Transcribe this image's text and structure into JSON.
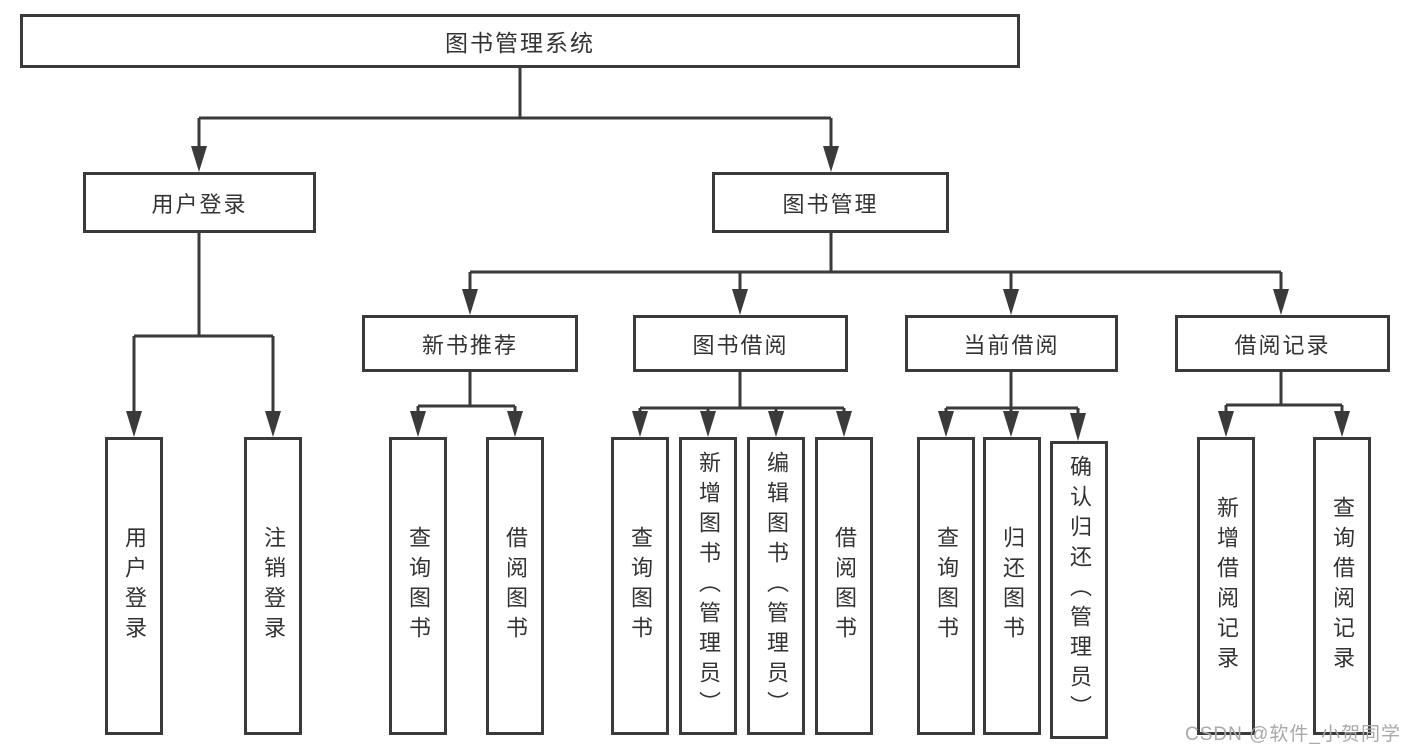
{
  "watermark": "CSDN @软件_小贺同学",
  "colors": {
    "line": "#3a3a3a",
    "box_border": "#3a3a3a",
    "text": "#333333",
    "watermark": "#a9a9a9",
    "background": "#ffffff"
  },
  "tree": {
    "label": "图书管理系统",
    "children": [
      {
        "label": "用户登录",
        "children": [
          {
            "label": "用户登录"
          },
          {
            "label": "注销登录"
          }
        ]
      },
      {
        "label": "图书管理",
        "children": [
          {
            "label": "新书推荐",
            "children": [
              {
                "label": "查询图书"
              },
              {
                "label": "借阅图书"
              }
            ]
          },
          {
            "label": "图书借阅",
            "children": [
              {
                "label": "查询图书"
              },
              {
                "label": "新增图书（管理员）"
              },
              {
                "label": "编辑图书（管理员）"
              },
              {
                "label": "借阅图书"
              }
            ]
          },
          {
            "label": "当前借阅",
            "children": [
              {
                "label": "查询图书"
              },
              {
                "label": "归还图书"
              },
              {
                "label": "确认归还（管理员）"
              }
            ]
          },
          {
            "label": "借阅记录",
            "children": [
              {
                "label": "新增借阅记录"
              },
              {
                "label": "查询借阅记录"
              }
            ]
          }
        ]
      }
    ]
  }
}
